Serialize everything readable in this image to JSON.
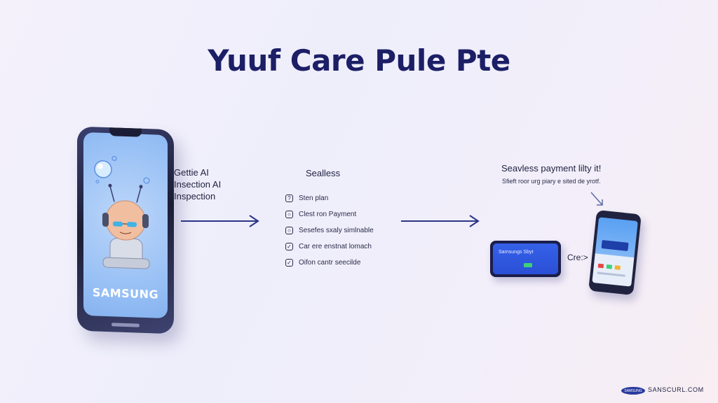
{
  "title": "Yuuf Care Pule Pte",
  "phone": {
    "brand": "SAMSUNG"
  },
  "stage1": {
    "lines": [
      "Gettie AI",
      "Insection AI",
      "Inspection"
    ]
  },
  "stage2": {
    "title": "Sealless",
    "items": [
      {
        "icon": "question-icon",
        "glyph": "?",
        "label": "Sten plan"
      },
      {
        "icon": "circle-icon",
        "glyph": "○",
        "label": "Clest ron Payment"
      },
      {
        "icon": "circle-icon",
        "glyph": "○",
        "label": "Sesefes sxaly simlnable"
      },
      {
        "icon": "check-icon",
        "glyph": "✓",
        "label": "Car ere enstnat lomach"
      },
      {
        "icon": "check-icon",
        "glyph": "✓",
        "label": "Oifon cantr seecilde"
      }
    ]
  },
  "stage3": {
    "title": "Seavless payment lilty it!",
    "subtitle": "Sfieft roor urg piary e sited de yrotf.",
    "card_text": "Sarnsungs Sbyt",
    "cres_label": "Cre:>"
  },
  "footer": {
    "logo_text": "SAMSUNG",
    "site": "SANSCURL.COM"
  },
  "colors": {
    "title": "#1c1f66",
    "arrow": "#2b3486",
    "accent": "#2a4fd6",
    "screen": "#96bff5"
  }
}
